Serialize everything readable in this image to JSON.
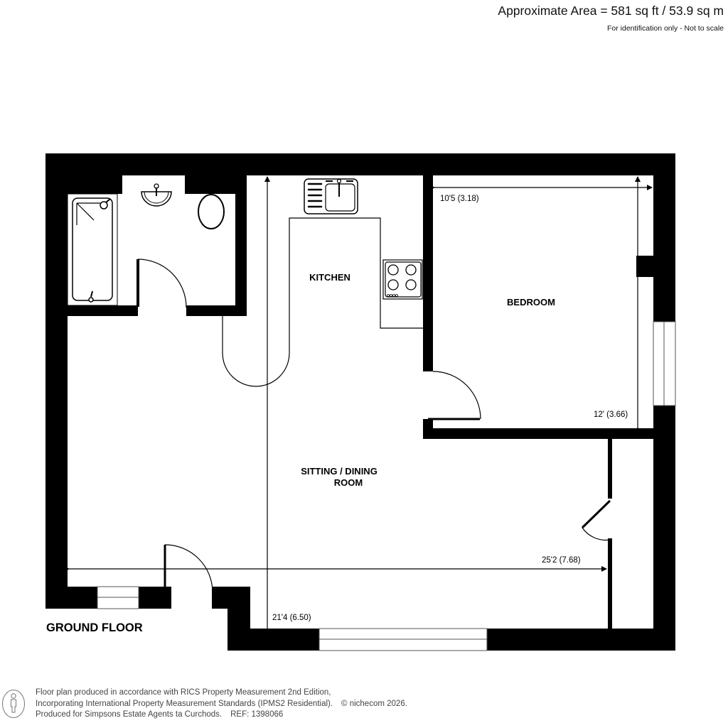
{
  "header": {
    "area_title": "Approximate Area = 581 sq ft / 53.9 sq m",
    "area_note": "For identification only - Not to scale"
  },
  "floor": {
    "name": "GROUND FLOOR",
    "rooms": [
      {
        "id": "kitchen",
        "label": "KITCHEN"
      },
      {
        "id": "bedroom",
        "label": "BEDROOM"
      },
      {
        "id": "sitting-dining",
        "label_line1": "SITTING / DINING",
        "label_line2": "ROOM"
      },
      {
        "id": "bathroom",
        "label": ""
      }
    ],
    "dimensions": {
      "bedroom_width": "10'5 (3.18)",
      "bedroom_depth": "12' (3.66)",
      "sitting_width": "25'2 (7.68)",
      "sitting_depth": "21'4 (6.50)"
    },
    "fixtures": [
      "bath",
      "wash-basin",
      "toilet",
      "kitchen-sink",
      "hob"
    ]
  },
  "footer": {
    "line1": "Floor plan produced in accordance with RICS Property Measurement 2nd Edition,",
    "line2": "Incorporating International Property Measurement Standards (IPMS2 Residential).",
    "copyright": "© nichecom 2026.",
    "line3": "Produced for Simpsons Estate Agents ta Curchods.",
    "ref": "REF: 1398066"
  },
  "colors": {
    "wall": "#000000",
    "background": "#ffffff",
    "footer_text": "#444444"
  }
}
